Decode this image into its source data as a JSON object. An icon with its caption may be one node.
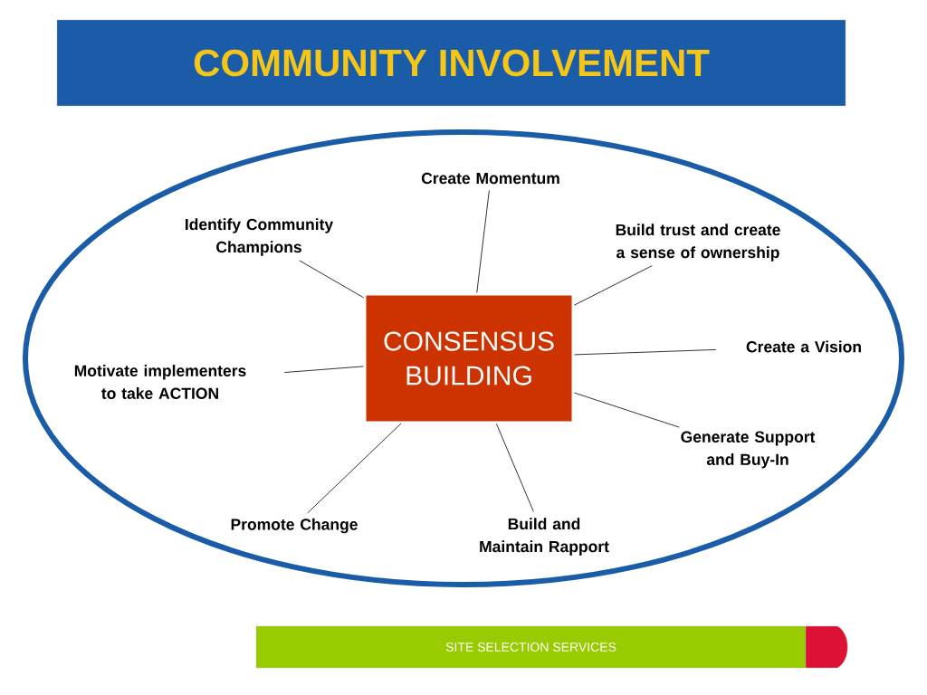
{
  "diagram": {
    "title": "COMMUNITY INVOLVEMENT",
    "nodes": [
      {
        "text": [
          "CONSENSUS BUILDING"
        ]
      },
      {
        "text": [
          "Create Momentum"
        ]
      },
      {
        "text": [
          "Identify Community Champions"
        ]
      },
      {
        "text": [
          "Build trust and create a sense of ownership"
        ]
      },
      {
        "text": [
          "Create a Vision"
        ]
      },
      {
        "text": [
          "Motivate implementers to take ACTION"
        ]
      },
      {
        "text": [
          "Generate Support and Buy-In"
        ]
      },
      {
        "text": [
          "Promote Change"
        ]
      },
      {
        "text": [
          "Build and Maintain Rapport"
        ]
      }
    ],
    "edges": [
      {
        "from": 0,
        "to": 1,
        "arrow": "none"
      },
      {
        "from": 0,
        "to": 2,
        "arrow": "none"
      },
      {
        "from": 0,
        "to": 3,
        "arrow": "none"
      },
      {
        "from": 0,
        "to": 4,
        "arrow": "none"
      },
      {
        "from": 0,
        "to": 5,
        "arrow": "none"
      },
      {
        "from": 0,
        "to": 6,
        "arrow": "none"
      },
      {
        "from": 0,
        "to": 7,
        "arrow": "none"
      },
      {
        "from": 0,
        "to": 8,
        "arrow": "none"
      }
    ],
    "labels": [
      "SITE SELECTION SERVICES"
    ]
  }
}
